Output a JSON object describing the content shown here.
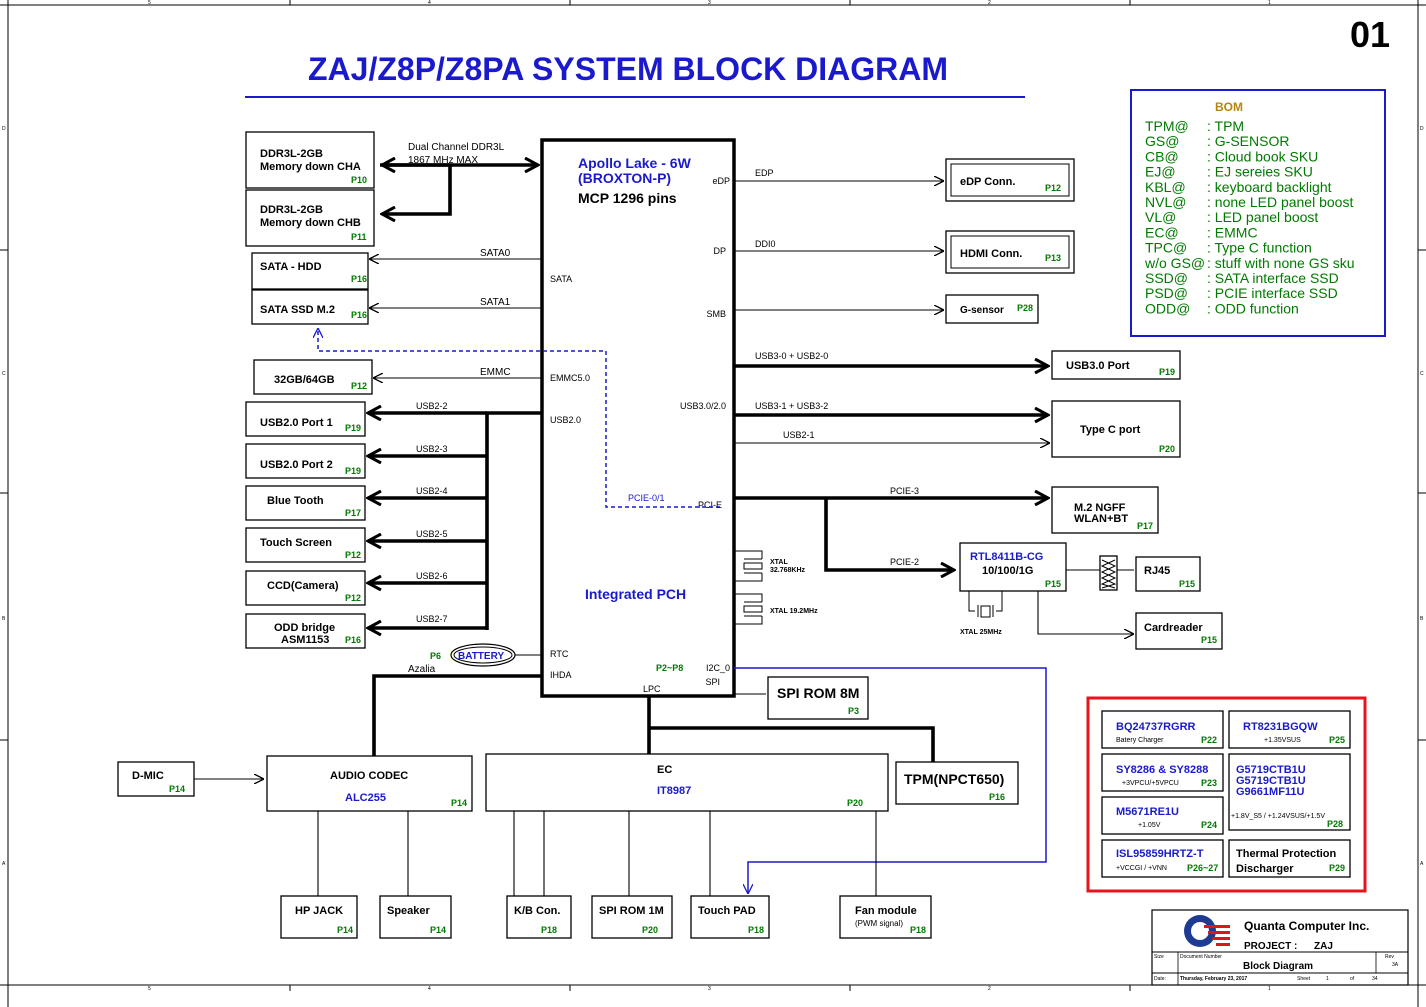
{
  "sheet_number": "01",
  "title": "ZAJ/Z8P/Z8PA SYSTEM BLOCK DIAGRAM",
  "cpu": {
    "line1": "Apollo Lake - 6W",
    "line2": "(BROXTON-P)",
    "line3": "MCP 1296 pins",
    "pch": "Integrated  PCH",
    "pages": "P2~P8",
    "ports": {
      "sata": "SATA",
      "emmc": "EMMC5.0",
      "usb2": "USB2.0",
      "rtc": "RTC",
      "ihda": "IHDA",
      "lpc": "LPC",
      "edp": "eDP",
      "dp": "DP",
      "smb": "SMB",
      "usb3": "USB3.0/2.0",
      "pcie": "PCI-E",
      "i2c": "I2C_0",
      "spi": "SPI"
    }
  },
  "memory": {
    "bus_label_1": "Dual Channel DDR3L",
    "bus_label_2": "1867 MHz MAX",
    "cha": {
      "line1": "DDR3L-2GB",
      "line2": "Memory down CHA",
      "page": "P10"
    },
    "chb": {
      "line1": "DDR3L-2GB",
      "line2": "Memory down CHB",
      "page": "P11"
    }
  },
  "storage": {
    "hdd": {
      "label": "SATA - HDD",
      "page": "P16",
      "bus": "SATA0"
    },
    "ssd": {
      "label": "SATA SSD M.2",
      "page": "P16",
      "bus": "SATA1"
    },
    "emmc": {
      "label": "32GB/64GB",
      "page": "P12",
      "bus": "EMMC"
    },
    "pcie01": "PCIE-0/1"
  },
  "usb2_devices": [
    {
      "label": "USB2.0 Port 1",
      "page": "P19",
      "bus": "USB2-2"
    },
    {
      "label": "USB2.0 Port 2",
      "page": "P19",
      "bus": "USB2-3"
    },
    {
      "label": "Blue Tooth",
      "page": "P17",
      "bus": "USB2-4"
    },
    {
      "label": "Touch Screen",
      "page": "P12",
      "bus": "USB2-5"
    },
    {
      "label": "CCD(Camera)",
      "page": "P12",
      "bus": "USB2-6"
    },
    {
      "label_line1": "ODD bridge",
      "label_line2": "ASM1153",
      "page": "P16",
      "bus": "USB2-7"
    }
  ],
  "battery": {
    "label": "BATTERY",
    "page": "P6"
  },
  "azalia": "Azalia",
  "right": {
    "edp": {
      "label": "eDP  Conn.",
      "page": "P12",
      "bus": "EDP"
    },
    "hdmi": {
      "label": "HDMI Conn.",
      "page": "P13",
      "bus": "DDI0"
    },
    "gsensor": {
      "label": "G-sensor",
      "page": "P28"
    },
    "usb30": {
      "label": "USB3.0 Port",
      "page": "P19",
      "bus": "USB3-0 + USB2-0"
    },
    "typec": {
      "label": "Type C port",
      "page": "P20",
      "bus1": "USB3-1 + USB3-2",
      "bus2": "USB2-1"
    },
    "ngff": {
      "line1": "M.2 NGFF",
      "line2": "WLAN+BT",
      "page": "P17",
      "bus": "PCIE-3"
    },
    "rtl": {
      "line1": "RTL8411B-CG",
      "line2": "10/100/1G",
      "page": "P15",
      "bus": "PCIE-2",
      "xtal": "XTAL 25MHz"
    },
    "rj45": {
      "label": "RJ45",
      "page": "P15"
    },
    "cardreader": {
      "label": "Cardreader",
      "page": "P15"
    },
    "xtal1": {
      "line1": "XTAL",
      "line2": "32.768KHz"
    },
    "xtal2": {
      "label": "XTAL 19.2MHz"
    },
    "spirom": {
      "label": "SPI ROM 8M",
      "page": "P3"
    }
  },
  "bottom": {
    "dmic": {
      "label": "D-MIC",
      "page": "P14"
    },
    "codec": {
      "line1": "AUDIO CODEC",
      "line2": "ALC255",
      "page": "P14"
    },
    "ec": {
      "line1": "EC",
      "line2": "IT8987",
      "page": "P20"
    },
    "tpm": {
      "label": "TPM(NPCT650)",
      "page": "P16"
    },
    "hpjack": {
      "label": "HP JACK",
      "page": "P14"
    },
    "speaker": {
      "label": "Speaker",
      "page": "P14"
    },
    "kb": {
      "label": "K/B Con.",
      "page": "P18"
    },
    "spirom1m": {
      "label": "SPI ROM 1M",
      "page": "P20"
    },
    "touchpad": {
      "label": "Touch PAD",
      "page": "P18"
    },
    "fan": {
      "line1": "Fan module",
      "line2": "(PWM signal)",
      "page": "P18"
    }
  },
  "bom": {
    "title": "BOM",
    "items": [
      {
        "key": "TPM@",
        "value": ": TPM"
      },
      {
        "key": "GS@",
        "value": ": G-SENSOR"
      },
      {
        "key": "CB@",
        "value": ": Cloud book SKU"
      },
      {
        "key": "EJ@",
        "value": ": EJ sereies SKU"
      },
      {
        "key": "KBL@",
        "value": ": keyboard backlight"
      },
      {
        "key": "NVL@",
        "value": ": none LED panel boost"
      },
      {
        "key": "VL@",
        "value": ": LED panel boost"
      },
      {
        "key": "EC@",
        "value": ": EMMC"
      },
      {
        "key": "TPC@",
        "value": ": Type C function"
      },
      {
        "key": "w/o GS@",
        "value": ": stuff with none GS sku"
      },
      {
        "key": "SSD@",
        "value": ": SATA interface SSD"
      },
      {
        "key": "PSD@",
        "value": ": PCIE interface SSD"
      },
      {
        "key": "ODD@",
        "value": ": ODD function"
      }
    ]
  },
  "power": {
    "items": [
      {
        "name1": "BQ24737RGRR",
        "sub": "Batery Charger",
        "page": "P22"
      },
      {
        "name1": "RT8231BGQW",
        "sub": "+1.35VSUS",
        "page": "P25"
      },
      {
        "name1": "SY8286 & SY8288",
        "sub": "+3VPCU/+5VPCU",
        "page": "P23"
      },
      {
        "name1": "G5719CTB1U",
        "name2": "G5719CTB1U",
        "name3": "G9661MF11U",
        "sub": "+1.8V_S5 / +1.24VSUS/+1.5V",
        "page": "P28"
      },
      {
        "name1": "M5671RE1U",
        "sub": "+1.05V",
        "page": "P24"
      },
      {
        "name1": "ISL95859HRTZ-T",
        "sub": "+VCCGI / +VNN",
        "page": "P26~27"
      },
      {
        "name1": "Thermal Protection",
        "name2": "Discharger",
        "page": "P29"
      }
    ]
  },
  "titleblock": {
    "company": "Quanta Computer Inc.",
    "project_label": "PROJECT  :",
    "project": "ZAJ",
    "size_label": "Size",
    "docnum_label": "Document Number",
    "rev_label": "Rev",
    "rev": "3A",
    "doc_title": "Block Diagram",
    "date_label": "Date:",
    "date": "Thursday, February 23, 2017",
    "sheet_label": "Sheet",
    "sheet": "1",
    "of_label": "of",
    "sheets": "34"
  },
  "border": {
    "top": [
      "5",
      "4",
      "3",
      "2",
      "1"
    ],
    "bottom": [
      "5",
      "4",
      "3",
      "2",
      "1"
    ],
    "left": [
      "D",
      "C",
      "B",
      "A"
    ],
    "right": [
      "D",
      "C",
      "B",
      "A"
    ]
  },
  "colors": {
    "title_blue": "#1a1acc",
    "bom_green": "#007a00",
    "power_red": "#e8141c",
    "logo_blue": "#1f3a93",
    "logo_red": "#d51a1a"
  }
}
